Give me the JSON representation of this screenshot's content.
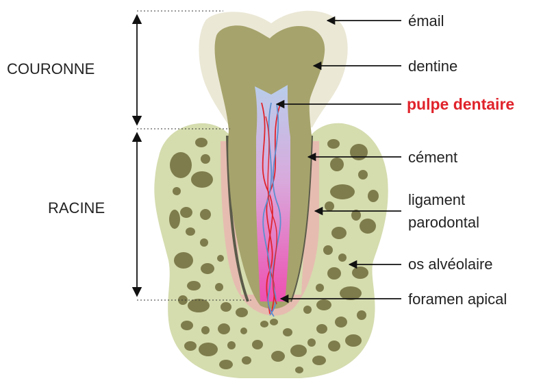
{
  "labels": {
    "crown": "COURONNE",
    "root": "RACINE",
    "enamel": "émail",
    "dentin": "dentine",
    "pulp": "pulpe dentaire",
    "cementum": "cément",
    "ligament_line1": "ligament",
    "ligament_line2": "parodontal",
    "bone": "os alvéolaire",
    "foramen": "foramen apical"
  },
  "colors": {
    "enamel": "#ebe8d6",
    "dentin": "#a6a36c",
    "bone": "#d5dcae",
    "bone_holes": "#7e7c4c",
    "ligament": "#e6bcb0",
    "cementum": "#5b5b4a",
    "pulp_top": "#b9cdeb",
    "pulp_bottom": "#e94fb0",
    "vessel_red": "#e0232b",
    "vessel_blue": "#5b8fcf",
    "highlight_label": "#e0232b"
  }
}
